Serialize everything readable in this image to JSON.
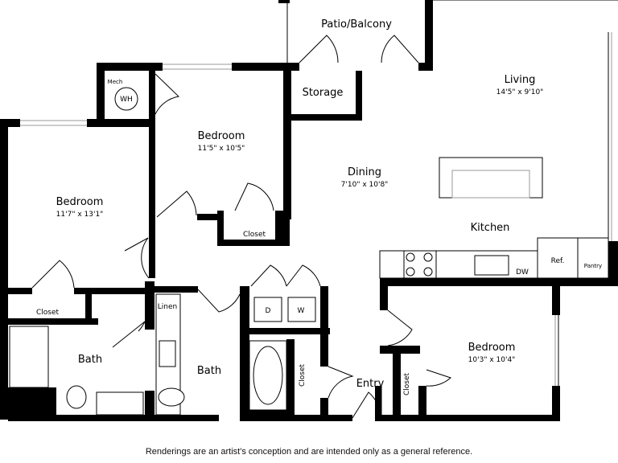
{
  "rooms": {
    "patio": {
      "name": "Patio/Balcony"
    },
    "storage": {
      "name": "Storage"
    },
    "living": {
      "name": "Living",
      "dim": "14'5\" x 9'10\""
    },
    "bedroom_mid": {
      "name": "Bedroom",
      "dim": "11'5\" x 10'5\""
    },
    "bedroom_left": {
      "name": "Bedroom",
      "dim": "11'7\" x 13'1\""
    },
    "dining": {
      "name": "Dining",
      "dim": "7'10\" x 10'8\""
    },
    "kitchen": {
      "name": "Kitchen"
    },
    "bedroom_right": {
      "name": "Bedroom",
      "dim": "10'3\" x 10'4\""
    },
    "bath_left": {
      "name": "Bath"
    },
    "bath_mid": {
      "name": "Bath"
    },
    "entry": {
      "name": "Entry"
    }
  },
  "labels": {
    "mech": "Mech",
    "wh": "WH",
    "closet_mid": "Closet",
    "closet_left": "Closet",
    "closet_bath": "Closet",
    "closet_right": "Closet",
    "linen": "Linen",
    "dryer": "D",
    "washer": "W",
    "dishwasher": "DW",
    "ref": "Ref.",
    "pantry": "Pantry"
  },
  "disclaimer": "Renderings are an artist's conception and are intended only as a general reference."
}
